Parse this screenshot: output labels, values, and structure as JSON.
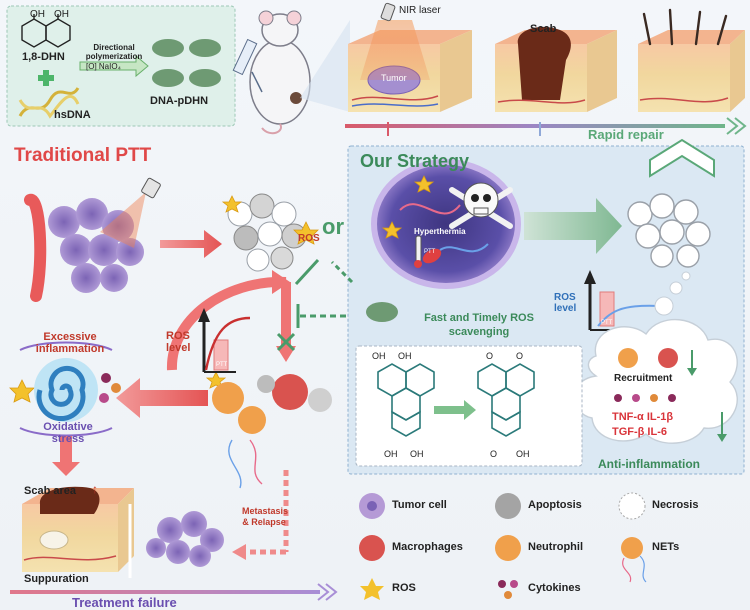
{
  "synthesis": {
    "monomer": "1,8-DHN",
    "template": "hsDNA",
    "process": "Directional polymerization",
    "oxidant": "[O] NaIO₄",
    "product": "DNA-pDHN",
    "oh_left": "OH",
    "oh_right": "OH"
  },
  "top": {
    "laser": "NIR laser",
    "tumor": "Tumor",
    "scab": "Scab",
    "rapid_repair": "Rapid repair"
  },
  "traditional": {
    "title": "Traditional PTT",
    "ros": "ROS",
    "ros_level": "ROS level",
    "ptt_tag": "PTT",
    "excessive_inflammation": "Excessive inflammation",
    "oxidative_stress": "Oxidative stress",
    "scab_area": "Scab area",
    "suppuration": "Suppuration",
    "treatment_failure": "Treatment failure",
    "metastasis": "Metastasis & Relapse",
    "or": "or"
  },
  "strategy": {
    "title": "Our Strategy",
    "hyperthermia": "Hyperthermia",
    "ptt_tag": "PTT",
    "scavenging": "Fast and Timely ROS scavenging",
    "ros_level": "ROS level",
    "recruitment": "Recruitment",
    "cytokines_row1": "TNF-α  IL-1β",
    "cytokines_row2": "TGF-β  IL-6",
    "anti_inflammation": "Anti-inflammation",
    "oh": "OH",
    "o": "O"
  },
  "legend": {
    "items": [
      {
        "label": "Tumor cell",
        "icon": "tumor-cell-icon",
        "color": "#b59ad6"
      },
      {
        "label": "Apoptosis",
        "icon": "apoptosis-icon",
        "color": "#8e8e8e"
      },
      {
        "label": "Necrosis",
        "icon": "necrosis-icon",
        "color": "#c9c9c9"
      },
      {
        "label": "Macrophages",
        "icon": "macrophage-icon",
        "color": "#d9534f"
      },
      {
        "label": "Neutrophil",
        "icon": "neutrophil-icon",
        "color": "#f0a04b"
      },
      {
        "label": "NETs",
        "icon": "nets-icon",
        "color": "#f0a04b"
      },
      {
        "label": "ROS",
        "icon": "ros-icon",
        "color": "#f3c12c"
      },
      {
        "label": "Cytokines",
        "icon": "cytokines-icon",
        "color": "#8a2a5a"
      }
    ]
  },
  "colors": {
    "red_arrow": "#e85a5a",
    "green_text": "#3b8a5a",
    "strategy_bg": "#dbe8f3",
    "dark_red_text": "#c0392b"
  }
}
